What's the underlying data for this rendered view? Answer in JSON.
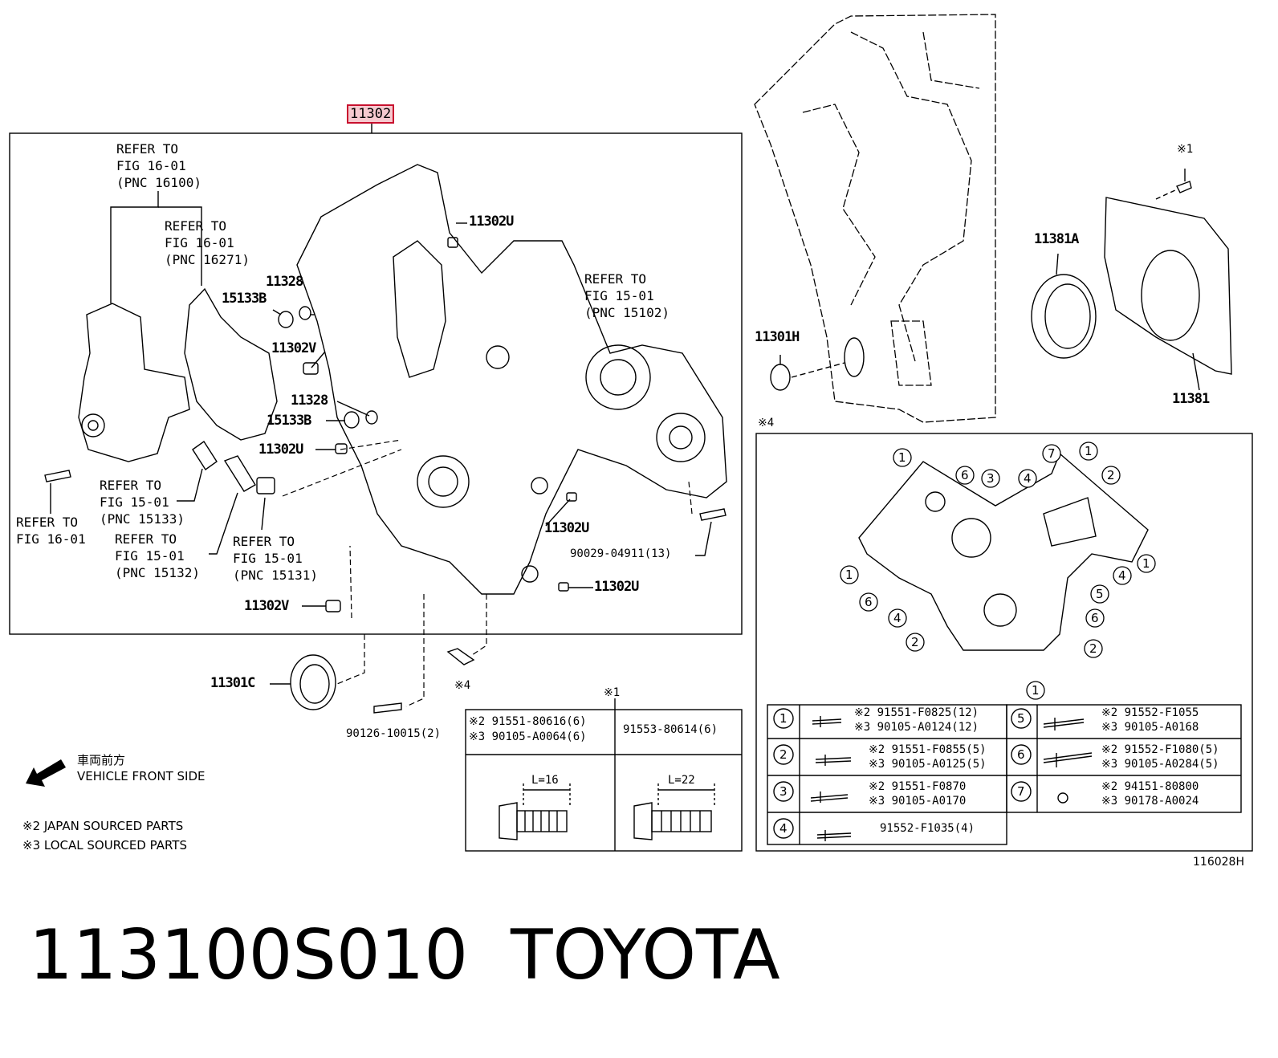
{
  "highlight_part": "11302",
  "refs": {
    "r1": "REFER TO\nFIG 16-01\n(PNC 16100)",
    "r2": "REFER TO\nFIG 16-01\n(PNC 16271)",
    "r3": "REFER TO\nFIG 15-01\n(PNC 15102)",
    "r4": "REFER TO\nFIG 15-01\n(PNC 15133)",
    "r5": "REFER TO\nFIG 16-01",
    "r6": "REFER TO\nFIG 15-01\n(PNC 15132)",
    "r7": "REFER TO\nFIG 15-01\n(PNC 15131)"
  },
  "parts": {
    "p11302U_a": "11302U",
    "p11328_a": "11328",
    "p15133B_a": "15133B",
    "p11302V_a": "11302V",
    "p11328_b": "11328",
    "p15133B_b": "15133B",
    "p11302U_b": "11302U",
    "p11302U_c": "11302U",
    "p90029": "90029-04911(13)",
    "p11302U_d": "11302U",
    "p11302V_b": "11302V",
    "p11301C": "11301C",
    "p90126": "90126-10015(2)",
    "p11381A": "11381A",
    "p11381": "11381",
    "p11301H": "11301H"
  },
  "marks": {
    "m1_top": "※1",
    "m1_table": "※1",
    "m4_bolt": "※4",
    "m4_box": "※4"
  },
  "vehicle_front": {
    "jp": "車両前方",
    "en": "VEHICLE FRONT SIDE"
  },
  "notes": {
    "n2": "※2 JAPAN SOURCED PARTS",
    "n3": "※3 LOCAL SOURCED PARTS"
  },
  "bolt_table": {
    "left_line1": "※2 91551-80616(6)",
    "left_line2": "※3 90105-A0064(6)",
    "right_line": "91553-80614(6)",
    "left_len": "L=16",
    "right_len": "L=22"
  },
  "legend": [
    {
      "num": "1",
      "l1": "※2 91551-F0825(12)",
      "l2": "※3 90105-A0124(12)"
    },
    {
      "num": "2",
      "l1": "※2 91551-F0855(5)",
      "l2": "※3 90105-A0125(5)"
    },
    {
      "num": "3",
      "l1": "※2 91551-F0870",
      "l2": "※3 90105-A0170"
    },
    {
      "num": "4",
      "l1": "91552-F1035(4)",
      "l2": ""
    },
    {
      "num": "5",
      "l1": "※2 91552-F1055",
      "l2": "※3 90105-A0168"
    },
    {
      "num": "6",
      "l1": "※2 91552-F1080(5)",
      "l2": "※3 90105-A0284(5)"
    },
    {
      "num": "7",
      "l1": "※2 94151-80800",
      "l2": "※3 90178-A0024"
    }
  ],
  "diagram_callouts": [
    "1",
    "6",
    "3",
    "4",
    "7",
    "1",
    "2",
    "1",
    "4",
    "1",
    "6",
    "5",
    "4",
    "6",
    "2",
    "2",
    "1"
  ],
  "fig_code": "116028H",
  "footer": {
    "part_number": "113100S010",
    "brand": "TOYOTA"
  }
}
